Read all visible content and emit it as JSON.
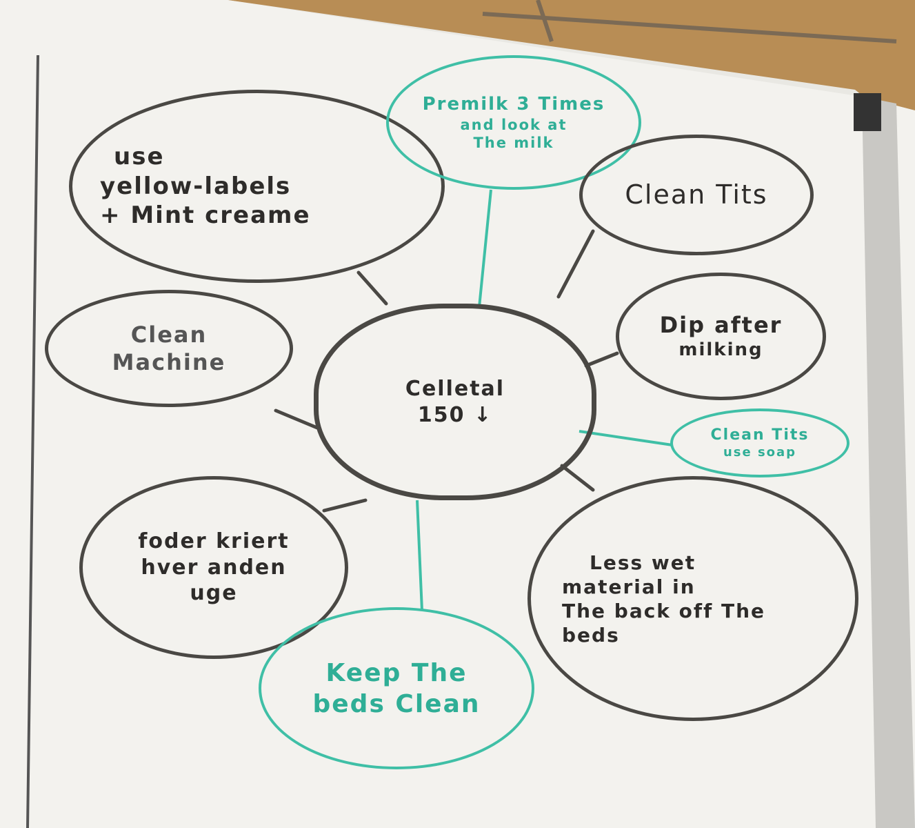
{
  "colors": {
    "black_marker": "#4a4844",
    "teal_marker": "#3fbfa6",
    "board": "#f3f2ee",
    "brick": "#b88d55"
  },
  "center": {
    "lines": [
      "Celletal",
      "150 ↓"
    ]
  },
  "nodes": {
    "yellow_labels": {
      "lines": [
        "use",
        "yellow-labels",
        "+ Mint creame"
      ]
    },
    "clean_machine": {
      "lines": [
        "Clean",
        "Machine"
      ]
    },
    "premilk": {
      "lines": [
        "Premilk 3 Times",
        "and look at",
        "The milk"
      ]
    },
    "clean_tits": {
      "lines": [
        "Clean Tits"
      ]
    },
    "dip_after": {
      "lines": [
        "Dip after",
        "milking"
      ]
    },
    "clean_tits_soap": {
      "lines": [
        "Clean Tits",
        "use soap"
      ]
    },
    "foder": {
      "lines": [
        "foder kriert",
        "hver anden",
        "uge"
      ]
    },
    "less_wet": {
      "lines": [
        "Less wet",
        "material in",
        "The back off The",
        "beds"
      ]
    },
    "keep_beds": {
      "lines": [
        "Keep The",
        "beds Clean"
      ]
    }
  }
}
